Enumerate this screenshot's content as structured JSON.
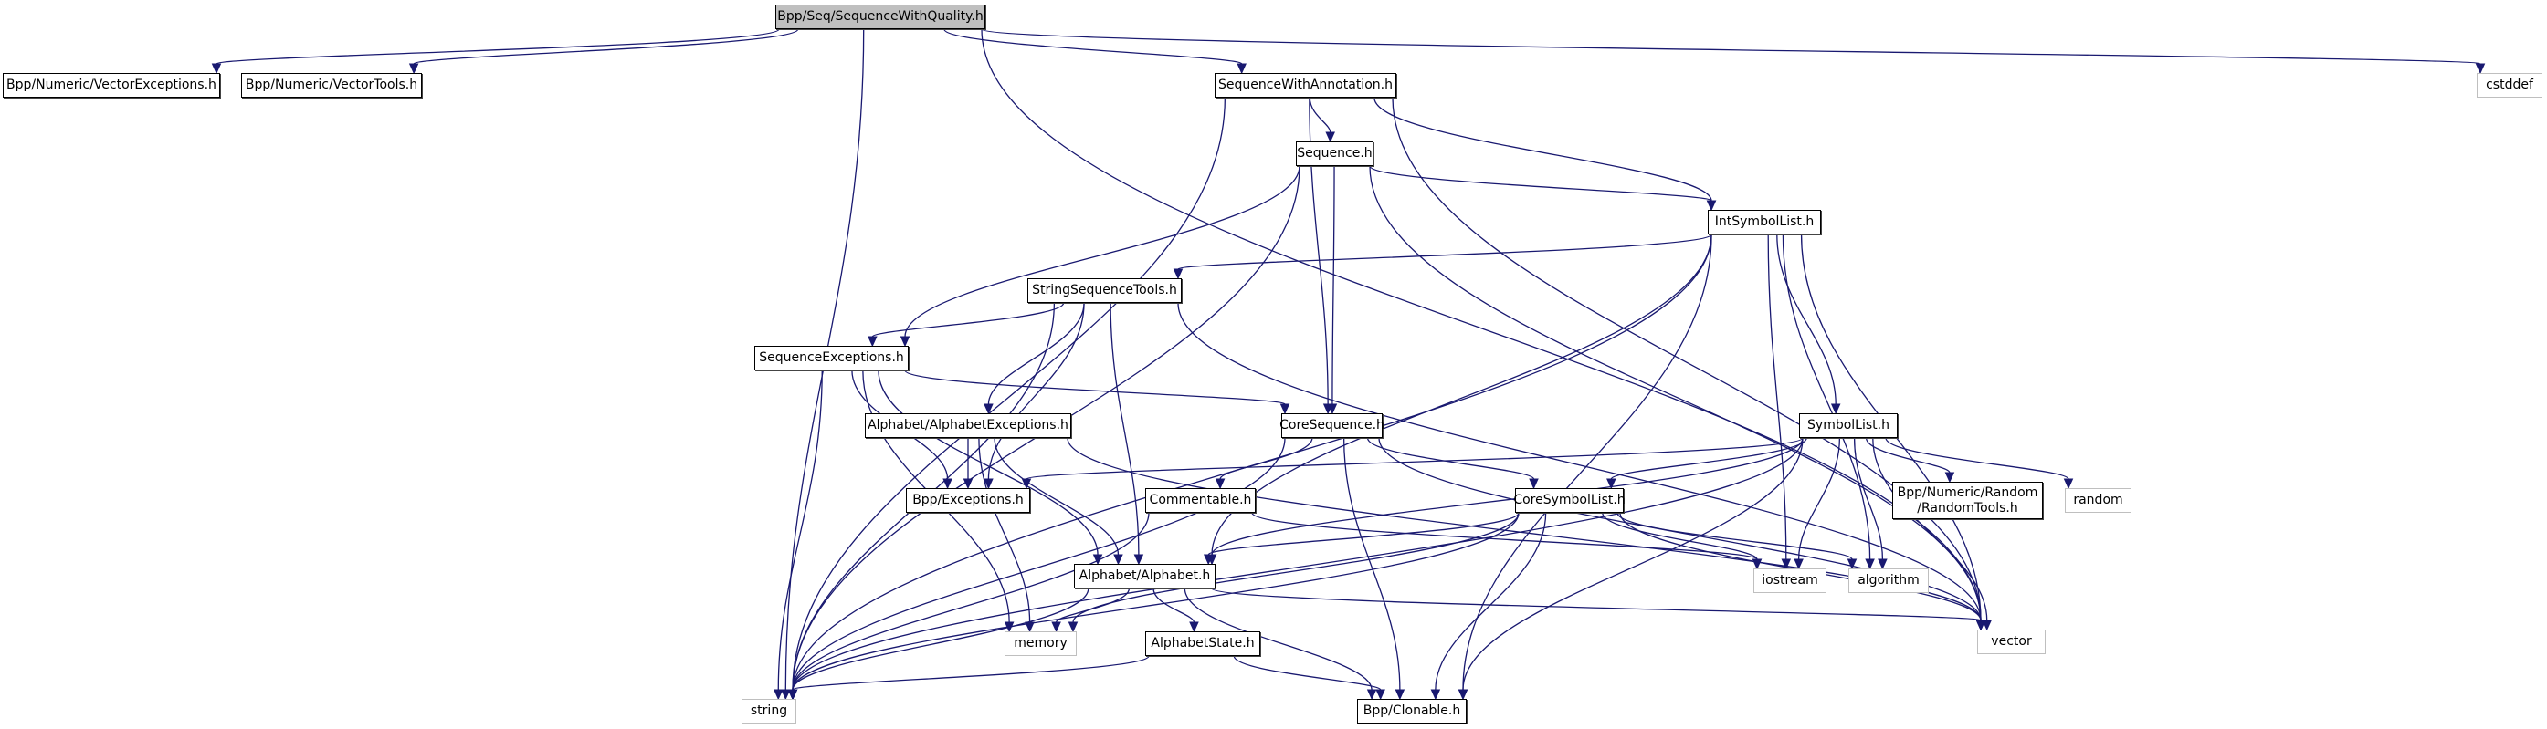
{
  "graph": {
    "title": "Bpp/Seq/SequenceWithQuality.h",
    "edge_color": "#191970",
    "root_fill": "#bfbfbf",
    "external_border": "#bfbfbf",
    "nodes": [
      {
        "id": "swq",
        "label": "Bpp/Seq/SequenceWithQuality.h",
        "kind": "root"
      },
      {
        "id": "vecexc",
        "label": "Bpp/Numeric/VectorExceptions.h",
        "kind": "internal"
      },
      {
        "id": "vectools",
        "label": "Bpp/Numeric/VectorTools.h",
        "kind": "internal"
      },
      {
        "id": "swa",
        "label": "SequenceWithAnnotation.h",
        "kind": "internal"
      },
      {
        "id": "cstddef",
        "label": "cstddef",
        "kind": "external"
      },
      {
        "id": "seq",
        "label": "Sequence.h",
        "kind": "internal"
      },
      {
        "id": "isl",
        "label": "IntSymbolList.h",
        "kind": "internal"
      },
      {
        "id": "sst",
        "label": "StringSequenceTools.h",
        "kind": "internal"
      },
      {
        "id": "seqexc",
        "label": "SequenceExceptions.h",
        "kind": "internal"
      },
      {
        "id": "coreseq",
        "label": "CoreSequence.h",
        "kind": "internal"
      },
      {
        "id": "symlist",
        "label": "SymbolList.h",
        "kind": "internal"
      },
      {
        "id": "alphexc",
        "label": "Alphabet/AlphabetExceptions.h",
        "kind": "internal"
      },
      {
        "id": "exc",
        "label": "Bpp/Exceptions.h",
        "kind": "internal"
      },
      {
        "id": "comment",
        "label": "Commentable.h",
        "kind": "internal"
      },
      {
        "id": "coresym",
        "label": "CoreSymbolList.h",
        "kind": "internal"
      },
      {
        "id": "randtools",
        "label": "Bpp/Numeric/Random\n/RandomTools.h",
        "kind": "internal"
      },
      {
        "id": "random",
        "label": "random",
        "kind": "external"
      },
      {
        "id": "alphabet",
        "label": "Alphabet/Alphabet.h",
        "kind": "internal"
      },
      {
        "id": "iostream",
        "label": "iostream",
        "kind": "external"
      },
      {
        "id": "algorithm",
        "label": "algorithm",
        "kind": "external"
      },
      {
        "id": "memory",
        "label": "memory",
        "kind": "external"
      },
      {
        "id": "alphstate",
        "label": "AlphabetState.h",
        "kind": "internal"
      },
      {
        "id": "vector",
        "label": "vector",
        "kind": "external"
      },
      {
        "id": "string",
        "label": "string",
        "kind": "external"
      },
      {
        "id": "clonable",
        "label": "Bpp/Clonable.h",
        "kind": "internal"
      }
    ],
    "edges": [
      {
        "from": "swq",
        "to": "vecexc"
      },
      {
        "from": "swq",
        "to": "vectools"
      },
      {
        "from": "swq",
        "to": "swa"
      },
      {
        "from": "swq",
        "to": "cstddef"
      },
      {
        "from": "swq",
        "to": "vector"
      },
      {
        "from": "swq",
        "to": "string"
      },
      {
        "from": "swa",
        "to": "seq"
      },
      {
        "from": "swa",
        "to": "isl"
      },
      {
        "from": "swa",
        "to": "coreseq"
      },
      {
        "from": "swa",
        "to": "string"
      },
      {
        "from": "swa",
        "to": "vector"
      },
      {
        "from": "seq",
        "to": "isl"
      },
      {
        "from": "seq",
        "to": "coreseq"
      },
      {
        "from": "seq",
        "to": "seqexc"
      },
      {
        "from": "seq",
        "to": "string"
      },
      {
        "from": "seq",
        "to": "vector"
      },
      {
        "from": "isl",
        "to": "sst"
      },
      {
        "from": "isl",
        "to": "symlist"
      },
      {
        "from": "isl",
        "to": "alphabet"
      },
      {
        "from": "isl",
        "to": "iostream"
      },
      {
        "from": "isl",
        "to": "algorithm"
      },
      {
        "from": "isl",
        "to": "vector"
      },
      {
        "from": "isl",
        "to": "string"
      },
      {
        "from": "isl",
        "to": "clonable"
      },
      {
        "from": "sst",
        "to": "seqexc"
      },
      {
        "from": "sst",
        "to": "alphexc"
      },
      {
        "from": "sst",
        "to": "exc"
      },
      {
        "from": "sst",
        "to": "alphabet"
      },
      {
        "from": "sst",
        "to": "string"
      },
      {
        "from": "sst",
        "to": "vector"
      },
      {
        "from": "seqexc",
        "to": "coreseq"
      },
      {
        "from": "seqexc",
        "to": "exc"
      },
      {
        "from": "seqexc",
        "to": "alphabet"
      },
      {
        "from": "seqexc",
        "to": "memory"
      },
      {
        "from": "seqexc",
        "to": "string"
      },
      {
        "from": "alphexc",
        "to": "exc"
      },
      {
        "from": "alphexc",
        "to": "alphabet"
      },
      {
        "from": "alphexc",
        "to": "memory"
      },
      {
        "from": "alphexc",
        "to": "vector"
      },
      {
        "from": "coreseq",
        "to": "comment"
      },
      {
        "from": "coreseq",
        "to": "coresym"
      },
      {
        "from": "coreseq",
        "to": "clonable"
      },
      {
        "from": "coreseq",
        "to": "vector"
      },
      {
        "from": "coreseq",
        "to": "string"
      },
      {
        "from": "symlist",
        "to": "coresym"
      },
      {
        "from": "symlist",
        "to": "randtools"
      },
      {
        "from": "symlist",
        "to": "random"
      },
      {
        "from": "symlist",
        "to": "exc"
      },
      {
        "from": "symlist",
        "to": "alphabet"
      },
      {
        "from": "symlist",
        "to": "iostream"
      },
      {
        "from": "symlist",
        "to": "algorithm"
      },
      {
        "from": "symlist",
        "to": "vector"
      },
      {
        "from": "symlist",
        "to": "string"
      },
      {
        "from": "symlist",
        "to": "clonable"
      },
      {
        "from": "comment",
        "to": "string"
      },
      {
        "from": "comment",
        "to": "iostream"
      },
      {
        "from": "coresym",
        "to": "alphabet"
      },
      {
        "from": "coresym",
        "to": "iostream"
      },
      {
        "from": "coresym",
        "to": "algorithm"
      },
      {
        "from": "coresym",
        "to": "memory"
      },
      {
        "from": "coresym",
        "to": "vector"
      },
      {
        "from": "coresym",
        "to": "string"
      },
      {
        "from": "coresym",
        "to": "clonable"
      },
      {
        "from": "alphabet",
        "to": "memory"
      },
      {
        "from": "alphabet",
        "to": "alphstate"
      },
      {
        "from": "alphabet",
        "to": "string"
      },
      {
        "from": "alphabet",
        "to": "vector"
      },
      {
        "from": "alphabet",
        "to": "clonable"
      },
      {
        "from": "alphstate",
        "to": "string"
      },
      {
        "from": "alphstate",
        "to": "clonable"
      }
    ]
  }
}
